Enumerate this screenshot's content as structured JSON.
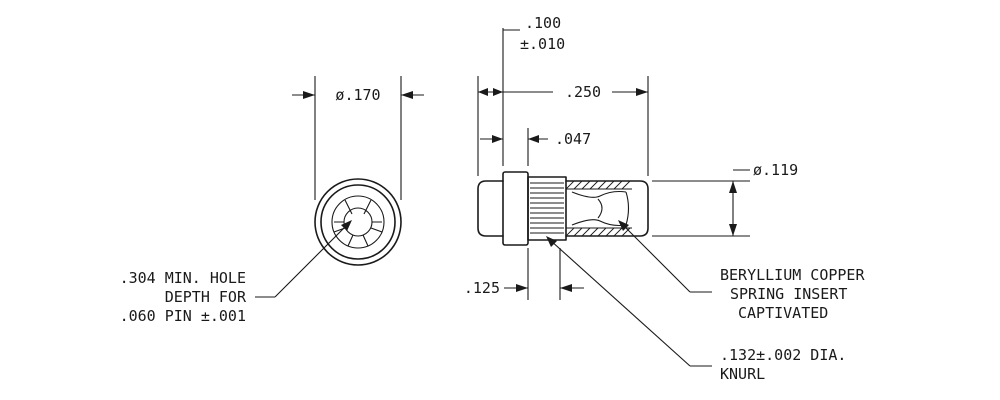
{
  "dimensions": {
    "end_view_dia": "ø.170",
    "head_length_top": ".100",
    "head_length_tol": "±.010",
    "body_length": ".250",
    "flange_width": ".047",
    "body_dia": "ø.119",
    "head_length_bottom": ".125"
  },
  "notes": {
    "hole_line1": ".304 MIN. HOLE",
    "hole_line2": "DEPTH FOR",
    "hole_line3": ".060 PIN ±.001",
    "insert_line1": "BERYLLIUM COPPER",
    "insert_line2": "SPRING INSERT",
    "insert_line3": "CAPTIVATED",
    "knurl_line1": ".132±.002 DIA.",
    "knurl_line2": "KNURL"
  }
}
